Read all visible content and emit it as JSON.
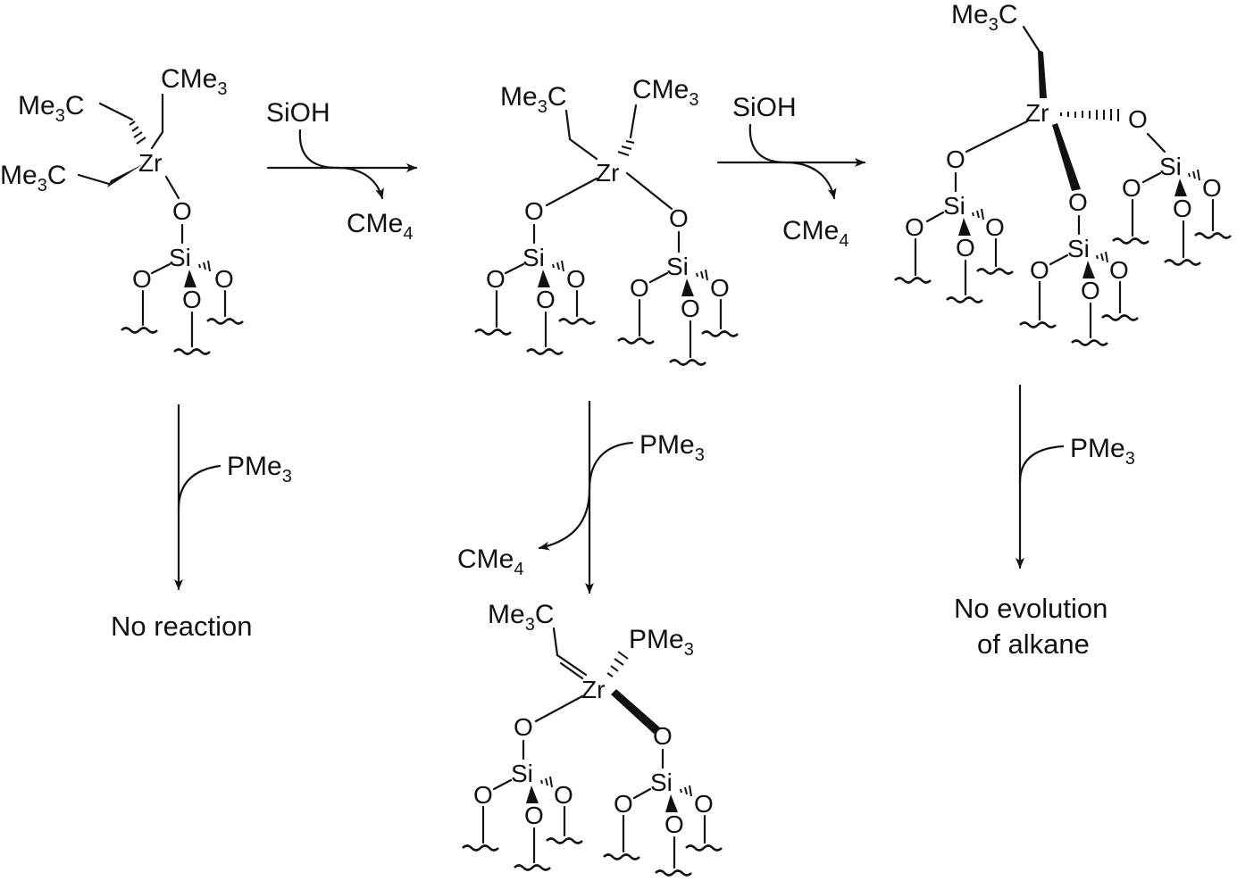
{
  "atoms": {
    "zirconium": "Zr",
    "silicon": "Si",
    "oxygen": "O"
  },
  "groups": {
    "neopentyl_me": "Me",
    "neopentyl_sub": "3",
    "neopentyl_c": "C",
    "cme_prefix": "CMe",
    "cme3_sub": "3",
    "cme4_sub": "4",
    "pme_prefix": "PMe",
    "pme3_sub": "3"
  },
  "reagents": {
    "silanol": "SiOH"
  },
  "captions": {
    "monografted": "No reaction",
    "trigrafted_line1": "No evolution",
    "trigrafted_line2": "of alkane"
  }
}
